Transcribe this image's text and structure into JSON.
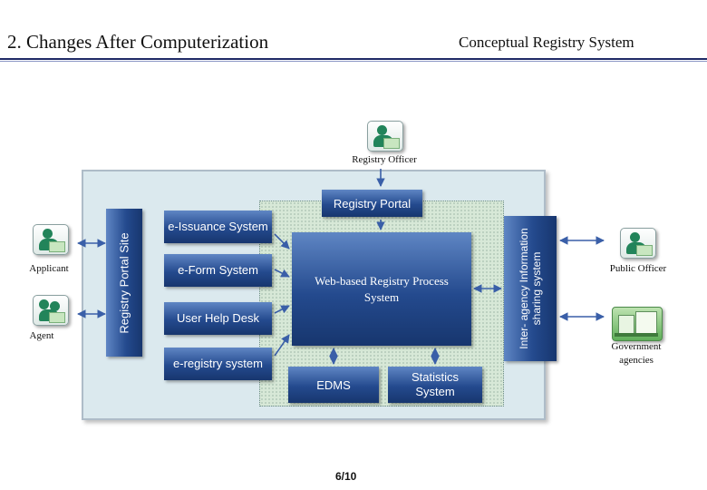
{
  "header": {
    "title": "2. Changes After Computerization",
    "subtitle": "Conceptual Registry System"
  },
  "actors": {
    "registry_officer": "Registry Officer",
    "applicant": "Applicant",
    "agent": "Agent",
    "public_officer": "Public Officer",
    "government_agencies": "Government agencies"
  },
  "diagram": {
    "registry_portal_site": "Registry Portal Site",
    "registry_portal": "Registry Portal",
    "subsystems": [
      "e-Issuance System",
      "e-Form System",
      "User Help Desk",
      "e-registry system"
    ],
    "web_based_system": "Web-based Registry Process System",
    "edms": "EDMS",
    "statistics_system": "Statistics System",
    "inter_agency": "Inter- agency Information sharing system"
  },
  "footer": {
    "page": "6/10"
  },
  "colors": {
    "box_blue": "#244a8e",
    "arrow_blue": "#3a5fa8",
    "icon_green": "#22845a",
    "header_rule": "#1f2a66"
  }
}
